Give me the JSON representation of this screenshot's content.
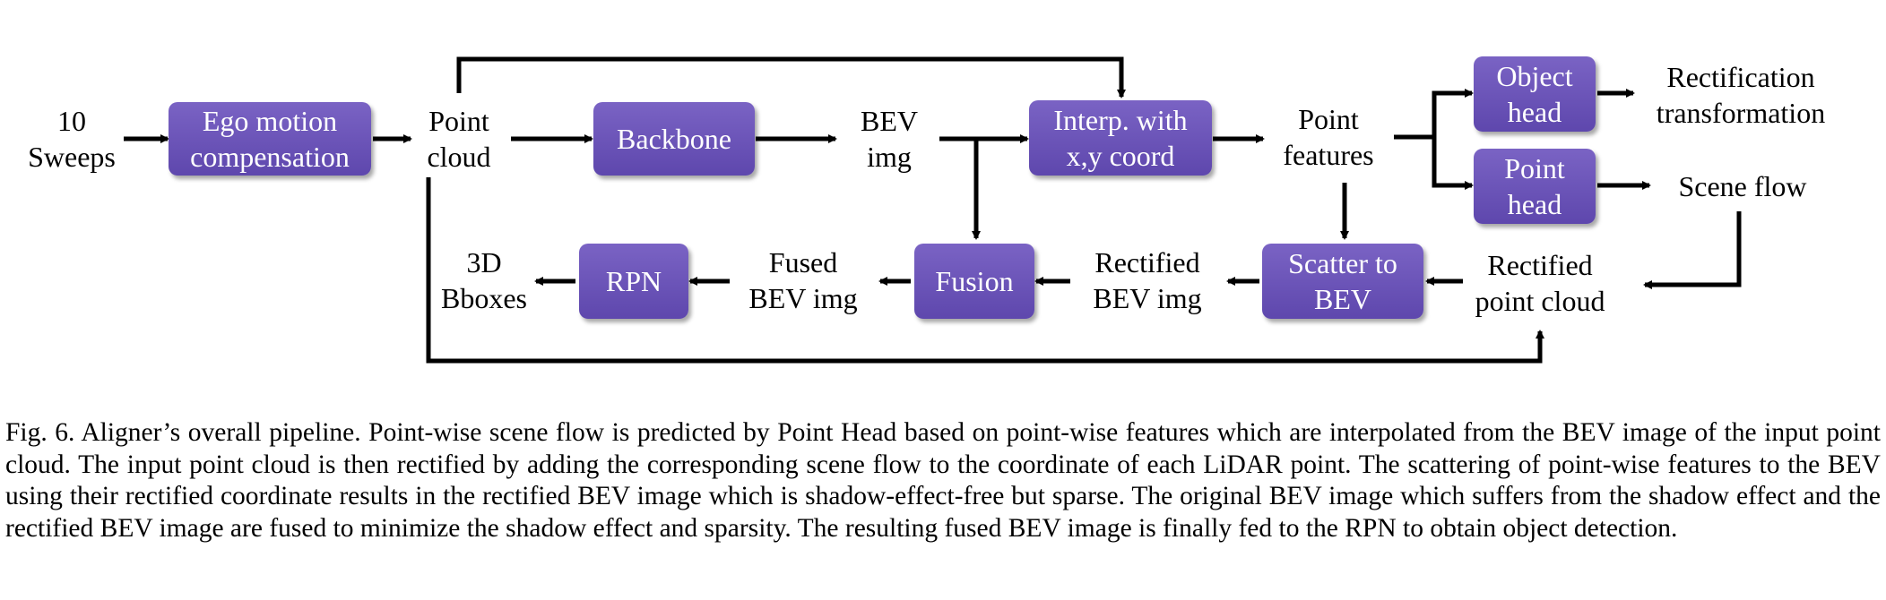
{
  "diagram": {
    "boxes": {
      "ego_motion": [
        "Ego motion",
        "compensation"
      ],
      "backbone": [
        "Backbone"
      ],
      "interp": [
        "Interp. with",
        "x,y coord"
      ],
      "object_head": [
        "Object",
        "head"
      ],
      "point_head": [
        "Point",
        "head"
      ],
      "scatter": [
        "Scatter to",
        "BEV"
      ],
      "fusion": [
        "Fusion"
      ],
      "rpn": [
        "RPN"
      ]
    },
    "labels": {
      "sweeps": [
        "10",
        "Sweeps"
      ],
      "point_cloud": [
        "Point",
        "cloud"
      ],
      "bev_img": [
        "BEV",
        "img"
      ],
      "point_features": [
        "Point",
        "features"
      ],
      "rectification": [
        "Rectification",
        "transformation"
      ],
      "scene_flow": [
        "Scene flow"
      ],
      "rectified_point_cloud": [
        "Rectified",
        "point cloud"
      ],
      "rectified_bev": [
        "Rectified",
        "BEV img"
      ],
      "fused_bev": [
        "Fused",
        "BEV img"
      ],
      "bboxes": [
        "3D",
        "Bboxes"
      ]
    },
    "colors": {
      "box_fill": "#6a52b8",
      "box_text": "#ffffff",
      "arrow": "#000000"
    }
  },
  "caption": "Fig. 6.  Aligner’s overall pipeline. Point-wise scene flow is predicted by Point Head based on point-wise features which are interpolated from the BEV image of the input point cloud. The input point cloud is then rectified by adding the corresponding scene flow to the coordinate of each LiDAR point. The scattering of point-wise features to the BEV using their rectified coordinate results in the rectified BEV image which is shadow-effect-free but sparse. The original BEV image which suffers from the shadow effect and the rectified BEV image are fused to minimize the shadow effect and sparsity. The resulting fused BEV image is finally fed to the RPN to obtain object detection."
}
